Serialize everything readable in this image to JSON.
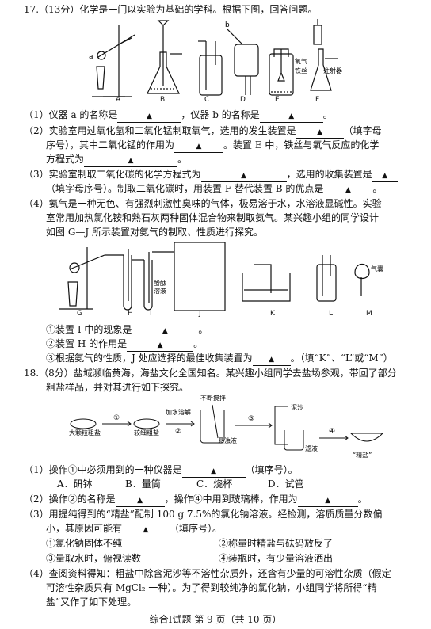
{
  "q17": {
    "head": "17.（13分）化学是一门以实验为基础的学科。根据下图，回答问题。",
    "fig1_labels": {
      "a": "a",
      "b": "b",
      "oxygen": "氧气",
      "wire": "铁丝",
      "syringe": "注射器"
    },
    "fig1_captions": [
      "A",
      "B",
      "C",
      "D",
      "E",
      "F"
    ],
    "p1": {
      "a": "（1）仪器 a 的名称是",
      "b": "，仪器 b 的名称是",
      "end": "。"
    },
    "p2": {
      "l1a": "（2）实验室用过氧化氢和二氧化锰制取氧气，选用的发生装置是",
      "l1b": "（填字母",
      "l2a": "序号），其中二氧化锰的作用为",
      "l2b": "。装置 E 中，铁丝与氧气反应的化学",
      "l3a": "方程式为",
      "l3b": "。"
    },
    "p3": {
      "l1a": "（3）实验室制取二氧化碳的化学方程式为",
      "l1b": "，选用的收集装置是",
      "l2a": "（填字母序号）。制取二氧化碳时，用装置 F 替代装置 B 的优点是",
      "l2b": "。"
    },
    "p4": {
      "l1": "（4）氨气是一种无色、有强烈刺激性臭味的气体，极易溶于水，水溶液显碱性。实验",
      "l2": "室常用加热氯化铵和熟石灰两种固体混合物来制取氨气。某兴趣小组的同学设计",
      "l3": "如图 G—J 所示装置对氨气的制取、性质进行探究。"
    },
    "fig2_labels": {
      "phenol1": "酚酞",
      "phenol2": "溶液",
      "balloon": "气囊"
    },
    "fig2_captions": [
      "G",
      "H",
      "I",
      "J",
      "K",
      "L",
      "M"
    ],
    "s1": {
      "a": "①装置 I 中的现象是",
      "b": "。"
    },
    "s2": {
      "a": "②装置 H 的作用是",
      "b": "。"
    },
    "s3": {
      "a": "③根据氨气的性质，J 处应选择的最佳收集装置为",
      "b": "。（填“K”、“L”或“M”）"
    }
  },
  "q18": {
    "l1": "18.（8分）盐城濒临黄海，海盐文化全国知名。某兴趣小组同学去盐场参观，带回了部分",
    "l2": "粗盐样品，并对其进行如下探究。",
    "flow": {
      "coarse": "大颗粒粗盐",
      "fine": "较细粗盐",
      "dissolve": "加水溶解",
      "stir": "不断搅拌",
      "suspension": "悬浊液",
      "mud": "泥沙",
      "filtrate": "滤液",
      "product": "“精盐”",
      "step1": "①",
      "step2": "②",
      "step3": "③",
      "step4": "④"
    },
    "p1": {
      "a": "（1）操作①中必须用到的一种仪器是",
      "b": "（填序号）。"
    },
    "opts1": [
      "A．研钵",
      "B．量筒",
      "C．烧杯",
      "D．试管"
    ],
    "p2": {
      "a": "（2）操作②的名称是",
      "b": "，操作④中用到玻璃棒，作用为",
      "c": "。"
    },
    "p3": {
      "l1": "（3）用提纯得到的“精盐”配制 100 g 7.5%的氯化钠溶液。经检测，溶质质量分数偏",
      "l2a": "小，其原因可能有",
      "l2b": "（填序号）。"
    },
    "opts3": [
      "①氯化钠固体不纯",
      "②称量时精盐与砝码放反了",
      "③量取水时，俯视读数",
      "④装瓶时，有少量溶液洒出"
    ],
    "p4": {
      "l1": "（4）查阅资料得知：粗盐中除含泥沙等不溶性杂质外，还含有少量的可溶性杂质（假定",
      "l2": "可溶性杂质只有 MgCl₂ 一种）。为了得到较纯净的氯化钠，小组同学将所得“精",
      "l3": "盐”又作了如下处理。"
    }
  },
  "blank_mark": "▲",
  "footer": "综合Ⅰ试题 第 9 页（共 10 页）"
}
